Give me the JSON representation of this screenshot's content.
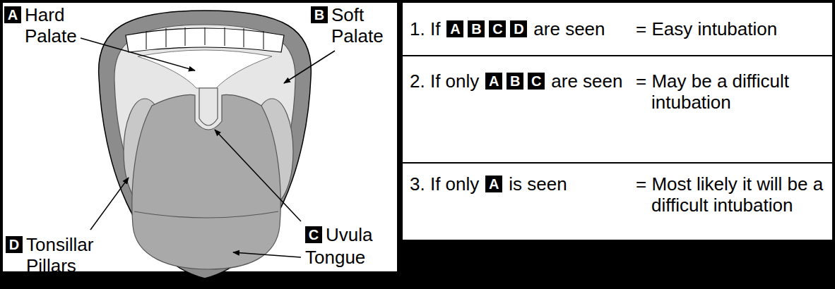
{
  "diagram": {
    "nodes": [
      {
        "text": [
          "A",
          "Hard Palate"
        ]
      },
      {
        "text": [
          "B",
          "Soft Palate"
        ]
      },
      {
        "text": [
          "C",
          "Uvula"
        ]
      },
      {
        "text": [
          "D",
          "Tonsillar Pillars"
        ]
      },
      {
        "text": [
          "1. If",
          "are seen",
          "= Easy intubation"
        ]
      },
      {
        "text": [
          "A"
        ],
        "in": 4
      },
      {
        "text": [
          "B"
        ],
        "in": 4
      },
      {
        "text": [
          "C"
        ],
        "in": 4
      },
      {
        "text": [
          "D"
        ],
        "in": 4
      },
      {
        "text": [
          "2. If only",
          "are seen",
          "= May be a difficult intubation"
        ]
      },
      {
        "text": [
          "A"
        ],
        "in": 9
      },
      {
        "text": [
          "B"
        ],
        "in": 9
      },
      {
        "text": [
          "C"
        ],
        "in": 9
      },
      {
        "text": [
          "3. If only",
          "is seen",
          "= Most likely it will be a difficult intubation"
        ]
      },
      {
        "text": [
          "A"
        ],
        "in": 13
      }
    ],
    "labels": [
      "Tongue"
    ]
  }
}
